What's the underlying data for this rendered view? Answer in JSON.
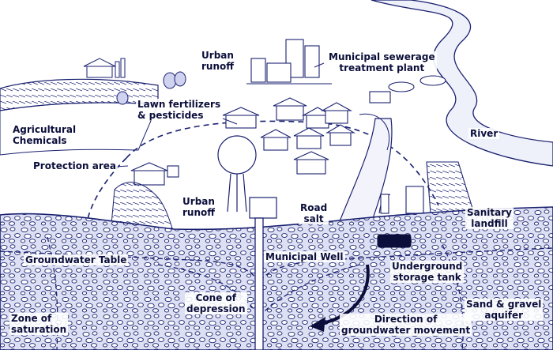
{
  "labels": {
    "urban_runoff_top": "Urban\nrunoff",
    "sewerage_plant": "Municipal sewerage\ntreatment plant",
    "lawn_fertilizers": "Lawn fertilizers\n& pesticides",
    "agricultural_chemicals": "Agricultural\nChemicals",
    "river": "River",
    "protection_area": "Protection area",
    "urban_runoff_mid": "Urban\nrunoff",
    "road_salt": "Road\nsalt",
    "sanitary_landfill": "Sanitary\nlandfill",
    "groundwater_table": "Groundwater Table",
    "municipal_well": "Municipal Well",
    "underground_storage_tank": "Underground\nstorage tank",
    "cone_of_depression": "Cone of\ndepression",
    "sand_gravel_aquifer": "Sand & gravel\naquifer",
    "zone_of_saturation": "Zone of\nsaturation",
    "groundwater_movement": "Direction of\ngroundwater movement"
  },
  "colors": {
    "ink": "#1a2170",
    "ground": "#d9dcf2",
    "background": "#ffffff"
  }
}
